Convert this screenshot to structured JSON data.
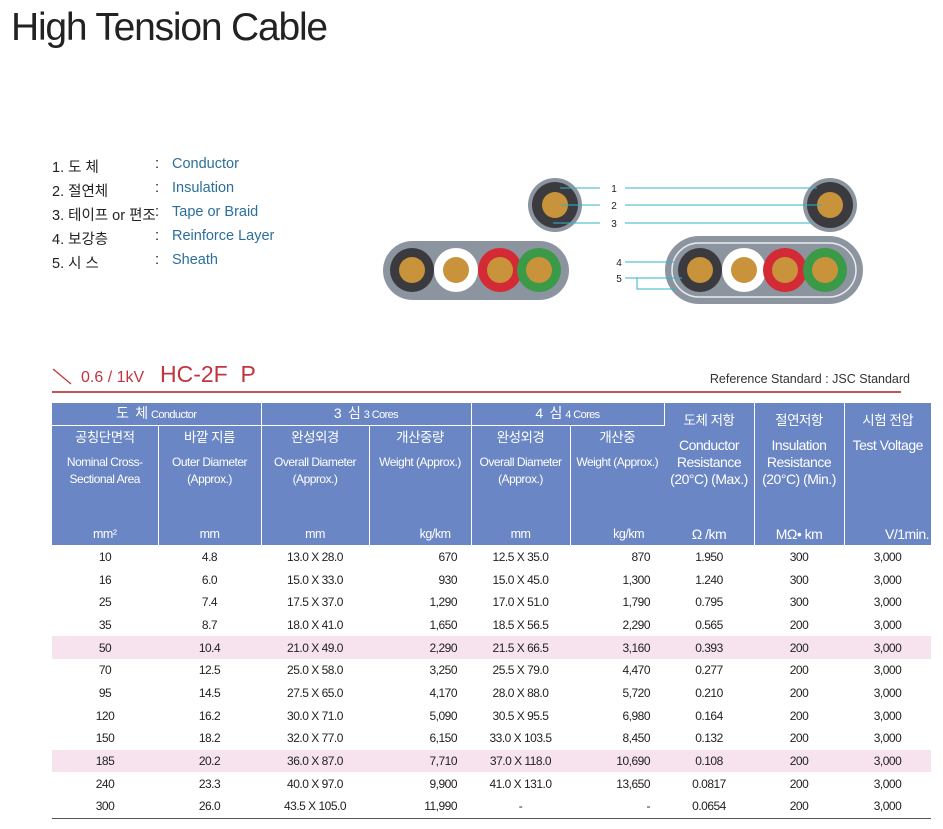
{
  "title": "High Tension Cable",
  "legend": [
    {
      "kr": "1. 도  체",
      "colon": ":",
      "en": "Conductor"
    },
    {
      "kr": "2. 절연체",
      "colon": ":",
      "en": "Insulation"
    },
    {
      "kr": "3. 테이프 or 편조",
      "colon": ":",
      "en": "Tape or Braid"
    },
    {
      "kr": "4. 보강층",
      "colon": ":",
      "en": "Reinforce Layer"
    },
    {
      "kr": "5. 시  스",
      "colon": ":",
      "en": "Sheath"
    }
  ],
  "diagram": {
    "callouts": [
      "1",
      "2",
      "3",
      "4",
      "5"
    ],
    "colors": {
      "sheath": "#8c959f",
      "conductor": "#c8933a",
      "core_black": "#3b3b3f",
      "core_white": "#ffffff",
      "core_red": "#d42a35",
      "core_green": "#3a9a47",
      "leader": "#35b2c9"
    }
  },
  "section": {
    "voltage": "0.6 / 1kV",
    "model": "HC-2F  P",
    "reference": "Reference Standard : JSC Standard"
  },
  "table": {
    "group_headers": {
      "conductor_ko": "도  체",
      "conductor_en": "Conductor",
      "cores3_ko": "3  심",
      "cores3_en": "3 Cores",
      "cores4_ko": "4  심",
      "cores4_en": "4 Cores"
    },
    "columns": [
      {
        "ko": "공칭단면적",
        "en": "Nominal Cross-Sectional Area",
        "unit": "mm²"
      },
      {
        "ko": "바깥 지름",
        "en": "Outer Diameter (Approx.)",
        "unit": "mm"
      },
      {
        "ko": "완성외경",
        "en": "Overall Diameter (Approx.)",
        "unit": "mm"
      },
      {
        "ko": "개산중량",
        "en": "Weight (Approx.)",
        "unit": "kg/km"
      },
      {
        "ko": "완성외경",
        "en": "Overall Diameter (Approx.)",
        "unit": "mm"
      },
      {
        "ko": "개산중",
        "en": "Weight (Approx.)",
        "unit": "kg/km"
      },
      {
        "ko": "도체 저항",
        "en": "Conductor Resistance (20°C) (Max.)",
        "unit": "Ω /km"
      },
      {
        "ko": "절연저항",
        "en": "Insulation Resistance (20°C) (Min.)",
        "unit": "MΩ• km"
      },
      {
        "ko": "시험 전압",
        "en": "Test Voltage",
        "unit": "V/1min."
      }
    ],
    "rows": [
      [
        "10",
        "4.8",
        "13.0 X 28.0",
        "670",
        "12.5 X 35.0",
        "870",
        "1.950",
        "300",
        "3,000"
      ],
      [
        "16",
        "6.0",
        "15.0 X 33.0",
        "930",
        "15.0 X 45.0",
        "1,300",
        "1.240",
        "300",
        "3,000"
      ],
      [
        "25",
        "7.4",
        "17.5 X 37.0",
        "1,290",
        "17.0 X 51.0",
        "1,790",
        "0.795",
        "300",
        "3,000"
      ],
      [
        "35",
        "8.7",
        "18.0 X 41.0",
        "1,650",
        "18.5 X 56.5",
        "2,290",
        "0.565",
        "200",
        "3,000"
      ],
      [
        "50",
        "10.4",
        "21.0 X 49.0",
        "2,290",
        "21.5 X 66.5",
        "3,160",
        "0.393",
        "200",
        "3,000"
      ],
      [
        "70",
        "12.5",
        "25.0 X 58.0",
        "3,250",
        "25.5 X 79.0",
        "4,470",
        "0.277",
        "200",
        "3,000"
      ],
      [
        "95",
        "14.5",
        "27.5 X 65.0",
        "4,170",
        "28.0 X 88.0",
        "5,720",
        "0.210",
        "200",
        "3,000"
      ],
      [
        "120",
        "16.2",
        "30.0 X 71.0",
        "5,090",
        "30.5 X 95.5",
        "6,980",
        "0.164",
        "200",
        "3,000"
      ],
      [
        "150",
        "18.2",
        "32.0 X 77.0",
        "6,150",
        "33.0 X 103.5",
        "8,450",
        "0.132",
        "200",
        "3,000"
      ],
      [
        "185",
        "20.2",
        "36.0 X 87.0",
        "7,710",
        "37.0 X 118.0",
        "10,690",
        "0.108",
        "200",
        "3,000"
      ],
      [
        "240",
        "23.3",
        "40.0 X 97.0",
        "9,900",
        "41.0 X 131.0",
        "13,650",
        "0.0817",
        "200",
        "3,000"
      ],
      [
        "300",
        "26.0",
        "43.5 X 105.0",
        "11,990",
        "-",
        "-",
        "0.0654",
        "200",
        "3,000"
      ]
    ],
    "highlighted_rows": [
      4,
      9
    ],
    "highlight_color": "#f7e3ee",
    "header_color": "#6b86c5"
  }
}
